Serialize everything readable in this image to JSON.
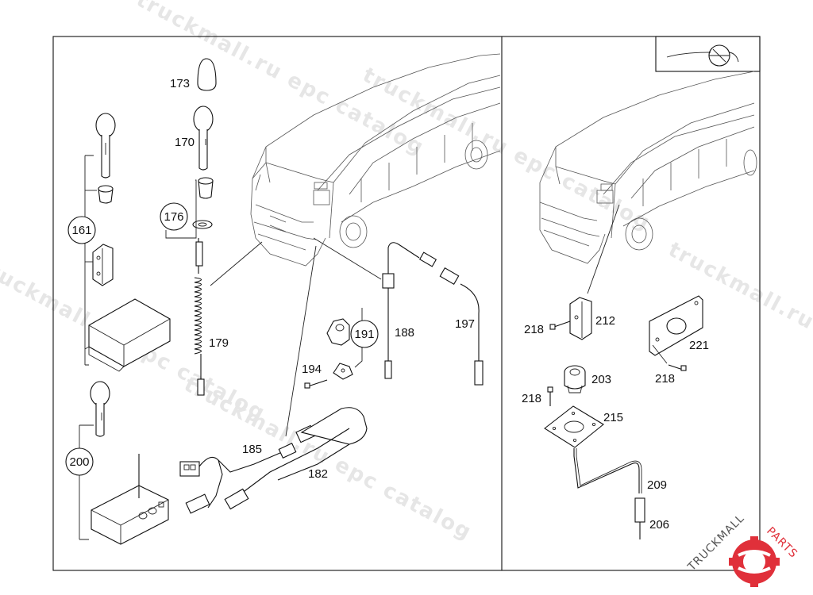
{
  "watermarks": [
    "truckmall.ru epc catalog",
    "truckmall.ru epc catalog",
    "truckmall.ru epc catalog",
    "truckmall.ru epc catalog",
    "truckmall.ru epc catalog"
  ],
  "left_panel": {
    "part_labels": {
      "p173": "173",
      "p170": "170",
      "p179": "179",
      "p188": "188",
      "p197": "197",
      "p194": "194",
      "p185": "185",
      "p182": "182"
    },
    "circled_labels": {
      "c161": "161",
      "c176": "176",
      "c191": "191",
      "c200": "200"
    }
  },
  "right_panel": {
    "part_labels": {
      "p212": "212",
      "p218a": "218",
      "p221": "221",
      "p218b": "218",
      "p203": "203",
      "p218c": "218",
      "p215": "215",
      "p209": "209",
      "p206": "206"
    }
  },
  "logo": {
    "text_left": "TRUCKMALL",
    "text_right": "PARTS",
    "colors": {
      "red": "#e0303a",
      "grey": "#8a8a8a"
    }
  },
  "icons": [
    "steering-wheel-icon",
    "bus-outline-icon"
  ]
}
